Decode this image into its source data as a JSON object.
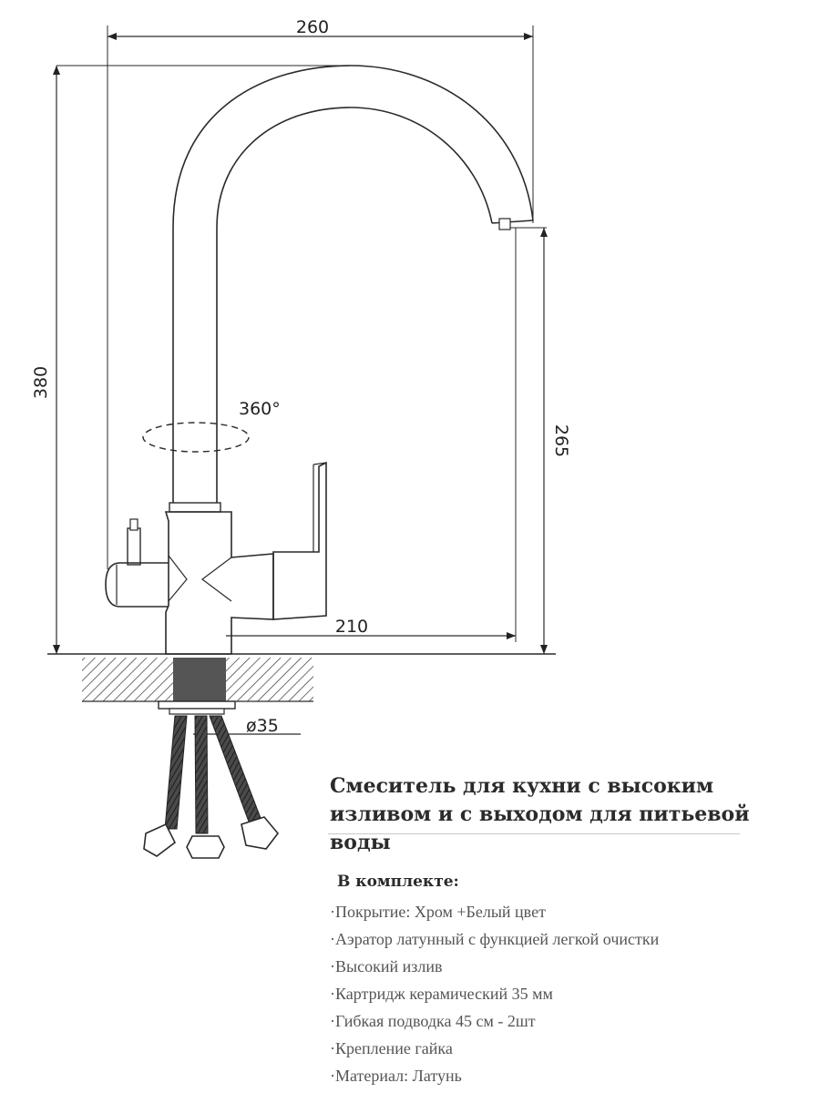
{
  "dimensions": {
    "width": "260",
    "height": "380",
    "spout_height": "265",
    "reach": "210",
    "base_diameter": "ø35",
    "rotation": "360°"
  },
  "product": {
    "title_line1": "Смеситель для кухни с высоким",
    "title_line2": "изливом и с выходом для питьевой воды",
    "kit_heading": "В комплекте:",
    "features": [
      "·Покрытие: Хром +Белый цвет",
      "·Аэратор латунный с функцией легкой очистки",
      "·Высокий  излив",
      "·Картридж керамический  35 мм",
      "·Гибкая подводка 45 см - 2шт",
      "·Крепление гайка",
      "·Материал: Латунь"
    ]
  }
}
